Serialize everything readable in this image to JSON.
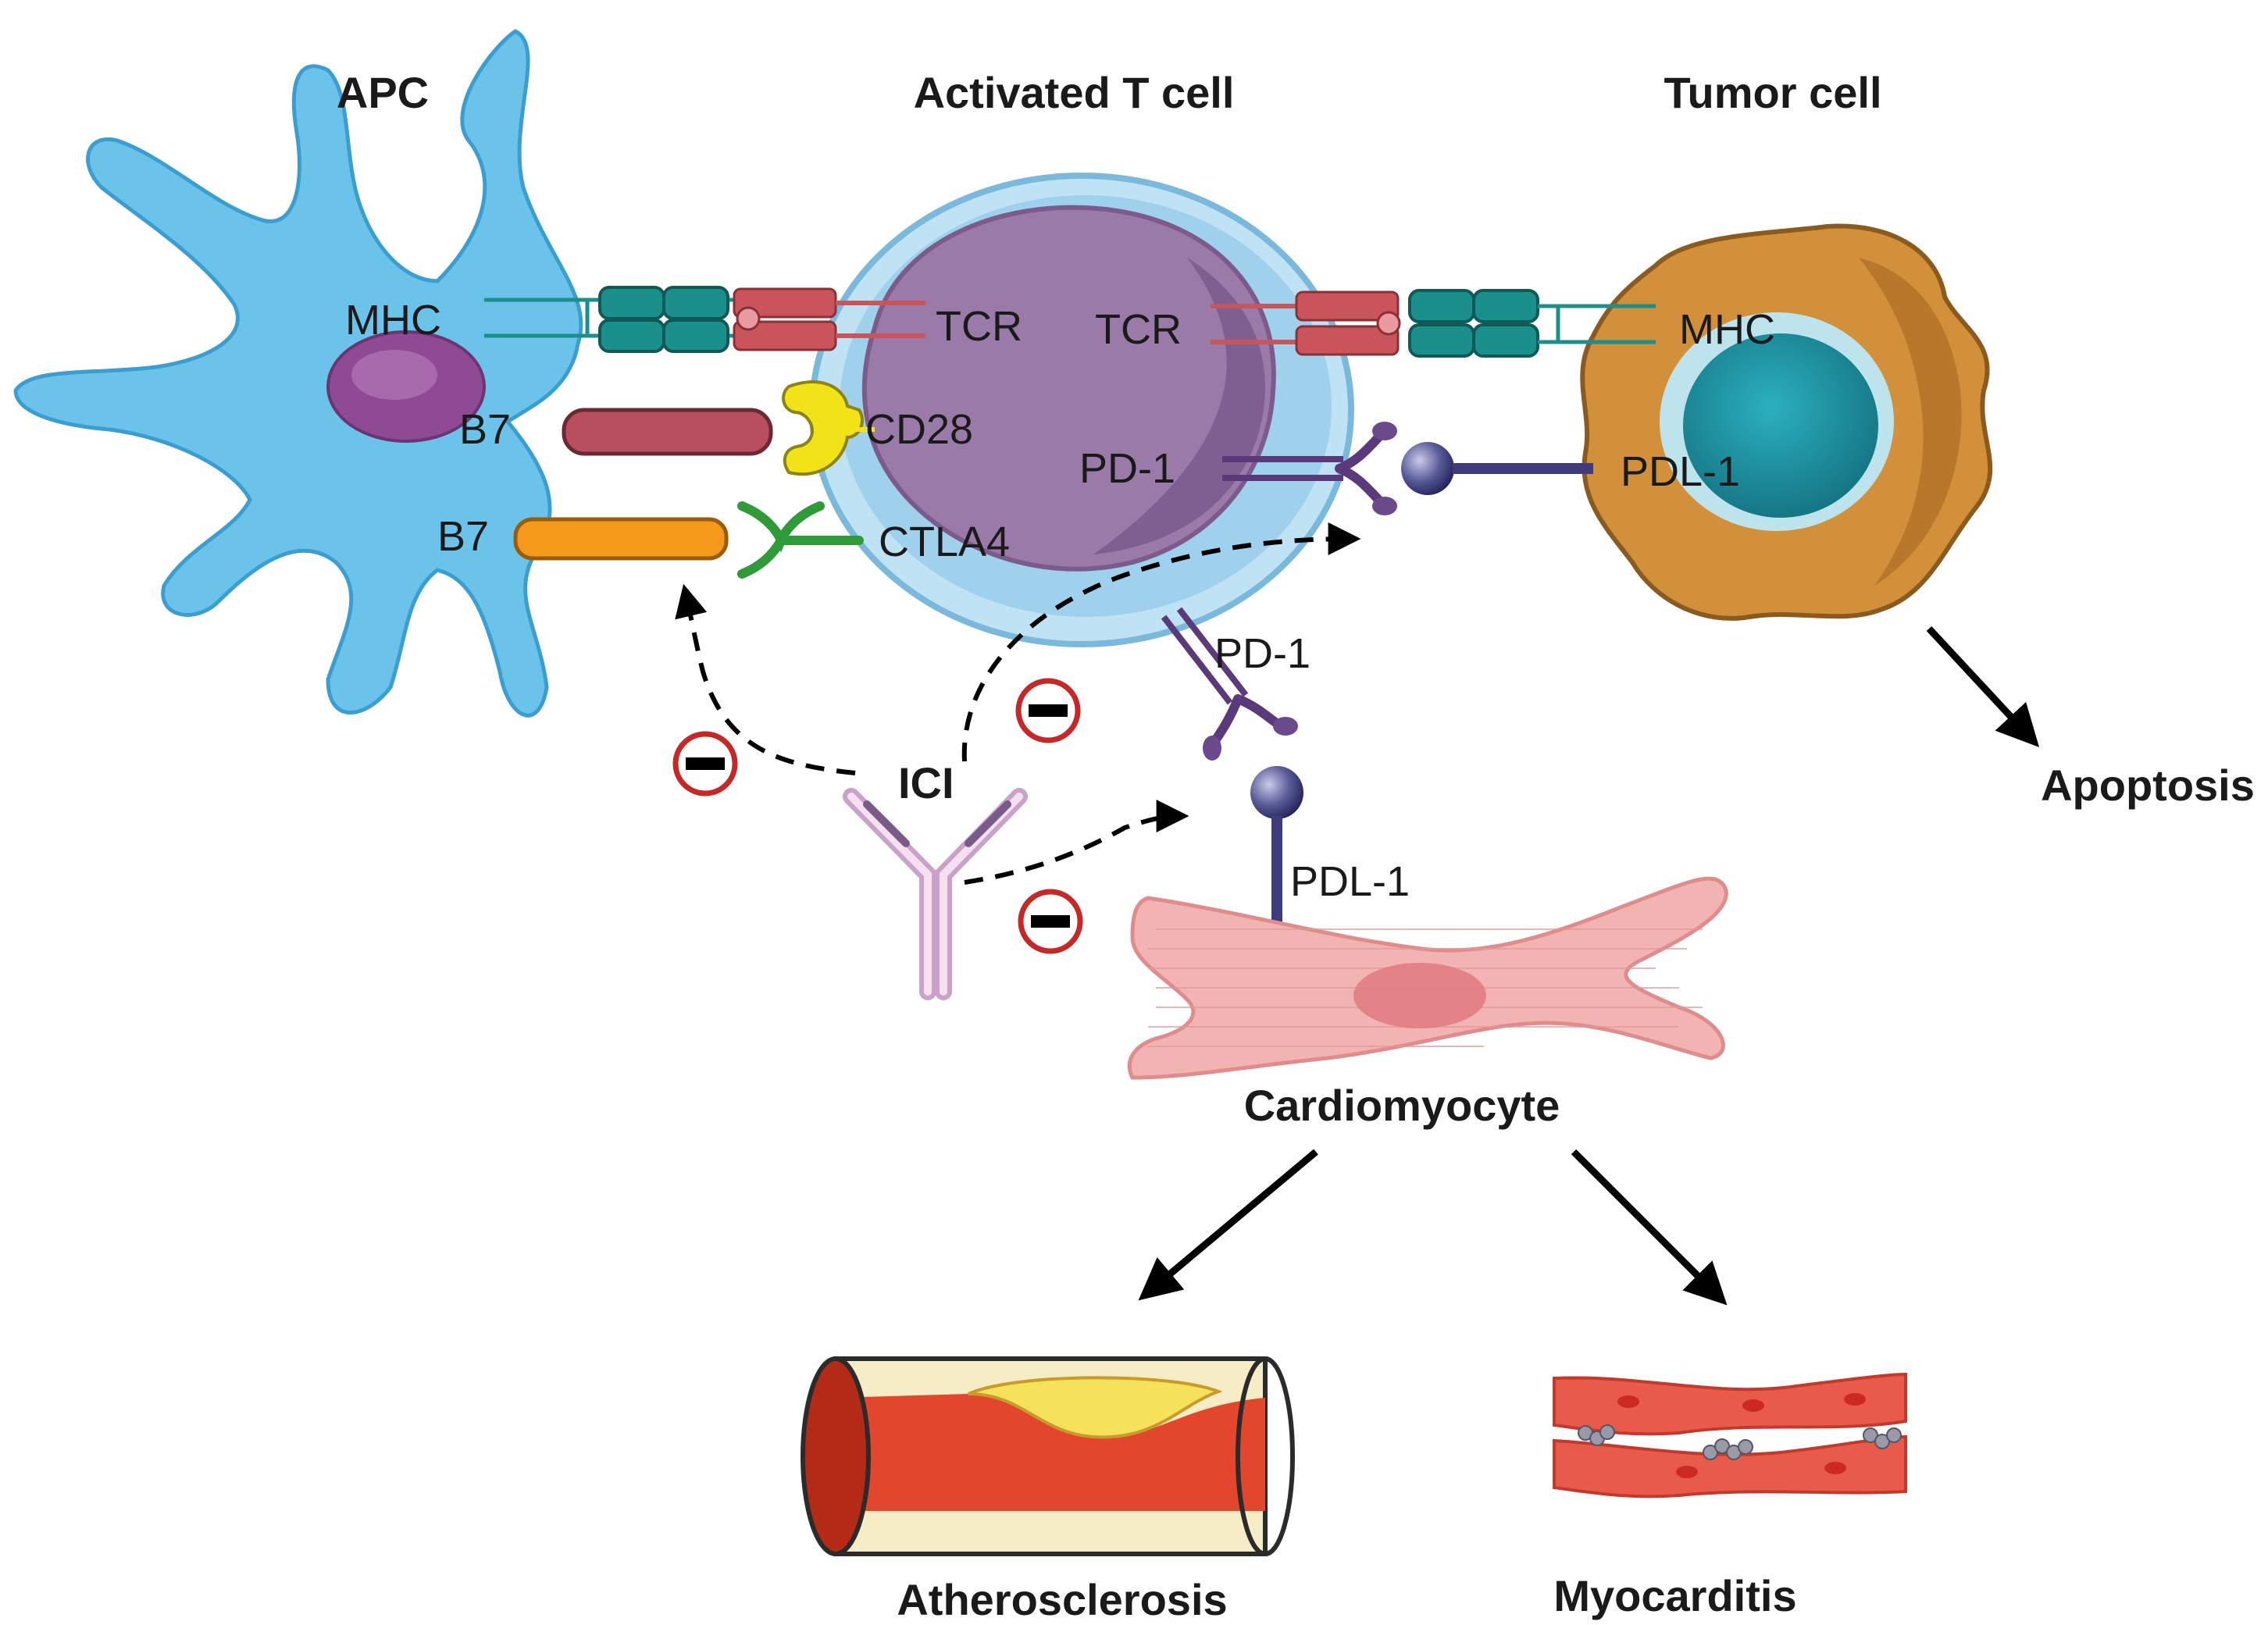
{
  "headers": {
    "apc": "APC",
    "t_cell": "Activated T cell",
    "tumor": "Tumor cell"
  },
  "labels": {
    "mhc_left": "MHC",
    "tcr_left": "TCR",
    "tcr_right": "TCR",
    "mhc_right": "MHC",
    "b7_top": "B7",
    "cd28": "CD28",
    "b7_bottom": "B7",
    "ctla4": "CTLA4",
    "pd1_tumor": "PD-1",
    "pdl1_tumor": "PDL-1",
    "pd1_cardio": "PD-1",
    "pdl1_cardio": "PDL-1",
    "ici": "ICI"
  },
  "outcomes": {
    "apoptosis": "Apoptosis",
    "cardiomyocyte": "Cardiomyocyte",
    "atherosclerosis": "Atherosclerosis",
    "myocarditis": "Myocarditis"
  },
  "colors": {
    "apc_body": "#6cc3ea",
    "tcell_outer": "#bfe3f4",
    "tcell_nucleus": "#9a7aa8",
    "tumor_body": "#d3903b",
    "tumor_nucleus": "#1f8a99",
    "mhc": "#1a8f8c",
    "tcr": "#c9545a",
    "b7_top": "#b84f60",
    "b7_bottom": "#f39a1a",
    "cd28": "#f2e318",
    "ctla4": "#2e9a38",
    "pd1": "#5a3a7a",
    "pdl1": "#3e3b7e",
    "inhibit": "#c62828",
    "cardiomyocyte": "#f2b3b3"
  }
}
